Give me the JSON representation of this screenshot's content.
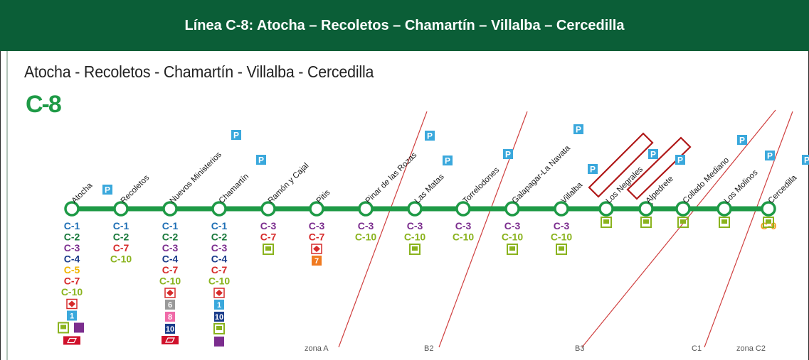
{
  "header": {
    "title": "Línea C-8: Atocha –  Recoletos – Chamartín – Villalba – Cercedilla"
  },
  "diagram": {
    "subtitle": "Atocha - Recoletos - Chamartín - Villalba - Cercedilla",
    "line_code": "C-8",
    "colors": {
      "header_bg": "#0b5e37",
      "line": "#1e9a46",
      "C-1": "#1f6fb5",
      "C-2": "#1a7a3c",
      "C-3": "#7b2d8e",
      "C-4": "#1a3c8a",
      "C-5": "#f0b400",
      "C-7": "#d62a2a",
      "C-9": "#f0a020",
      "C-10": "#8ab31e",
      "parking": "#3aa8dc",
      "zone_line": "#d04040",
      "bus": "#8ab31e",
      "highlight": "#b01818"
    },
    "stations": [
      {
        "name": "Atocha",
        "parking": true,
        "connections": [
          "C-1",
          "C-2",
          "C-3",
          "C-4",
          "C-5",
          "C-7",
          "C-10"
        ],
        "services": [
          "metro-icon",
          "metro-1",
          "bus-icon",
          "train-icon",
          "ave-icon"
        ]
      },
      {
        "name": "Recoletos",
        "parking": false,
        "connections": [
          "C-1",
          "C-2",
          "C-7",
          "C-10"
        ],
        "services": []
      },
      {
        "name": "Nuevos Ministerios",
        "parking": true,
        "connections": [
          "C-1",
          "C-2",
          "C-3",
          "C-4",
          "C-7",
          "C-10"
        ],
        "services": [
          "metro-icon",
          "metro-6",
          "metro-8",
          "metro-10",
          "ave-icon"
        ]
      },
      {
        "name": "Chamartín",
        "parking": true,
        "connections": [
          "C-1",
          "C-2",
          "C-3",
          "C-4",
          "C-7",
          "C-10"
        ],
        "services": [
          "metro-icon",
          "metro-1",
          "metro-10",
          "bus-icon",
          "train-icon"
        ]
      },
      {
        "name": "Ramón y Cajal",
        "parking": false,
        "connections": [
          "C-3",
          "C-7"
        ],
        "services": [
          "bus-icon"
        ]
      },
      {
        "name": "Pitis",
        "parking": false,
        "connections": [
          "C-3",
          "C-7"
        ],
        "services": [
          "metro-icon",
          "metro-7"
        ]
      },
      {
        "name": "Pinar de las Rozas",
        "parking": true,
        "connections": [
          "C-3",
          "C-10"
        ],
        "services": []
      },
      {
        "name": "Las Matas",
        "parking": true,
        "connections": [
          "C-3",
          "C-10"
        ],
        "services": [
          "bus-icon"
        ]
      },
      {
        "name": "Torrelodones",
        "parking": true,
        "connections": [
          "C-3",
          "C-10"
        ],
        "services": []
      },
      {
        "name": "Galapagar-La Navata",
        "parking": true,
        "connections": [
          "C-3",
          "C-10"
        ],
        "services": [
          "bus-icon"
        ]
      },
      {
        "name": "Villalba",
        "parking": true,
        "connections": [
          "C-3",
          "C-10"
        ],
        "services": [
          "bus-icon"
        ]
      },
      {
        "name": "Los Negrales",
        "parking": true,
        "connections": [],
        "services": [
          "bus-icon"
        ],
        "highlighted": true
      },
      {
        "name": "Alpedrete",
        "parking": true,
        "connections": [],
        "services": [
          "bus-icon"
        ],
        "highlighted": true
      },
      {
        "name": "Collado Mediano",
        "parking": true,
        "connections": [],
        "services": [
          "bus-icon"
        ]
      },
      {
        "name": "Los Molinos",
        "parking": true,
        "connections": [],
        "services": [
          "bus-icon"
        ]
      },
      {
        "name": "Cercedilla",
        "parking": true,
        "connections": [
          "C-9"
        ],
        "services": [
          "bus-icon"
        ]
      }
    ],
    "metro_numbers": {
      "metro-1": "1",
      "metro-6": "6",
      "metro-7": "7",
      "metro-8": "8",
      "metro-10": "10"
    },
    "parking_label": "P",
    "zones": [
      "zona A",
      "B2",
      "B3",
      "C1",
      "zona C2"
    ]
  }
}
